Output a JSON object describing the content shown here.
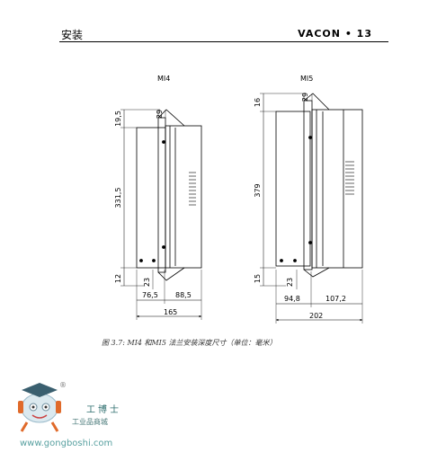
{
  "header": {
    "section_title": "安装",
    "brand_page": "VACON • 13"
  },
  "drawing": {
    "mi4": {
      "title": "MI4",
      "dim_top": "19,5",
      "dim_height": "331,5",
      "dim_bottom": "12",
      "dim_flange": "29",
      "dim_base": "23",
      "dim_left_depth": "76,5",
      "dim_right_depth": "88,5",
      "dim_total_depth": "165"
    },
    "mi5": {
      "title": "MI5",
      "dim_top": "16",
      "dim_height": "379",
      "dim_bottom": "15",
      "dim_flange": "29",
      "dim_base": "23",
      "dim_left_depth": "94,8",
      "dim_right_depth": "107,2",
      "dim_total_depth": "202"
    }
  },
  "caption": "图 3.7: MI4 和MI5 法兰安装深度尺寸（单位：毫米）",
  "watermark": {
    "registered": "®",
    "brand": "工博士",
    "subtitle": "工业品商城",
    "url": "www.gongboshi.com"
  }
}
